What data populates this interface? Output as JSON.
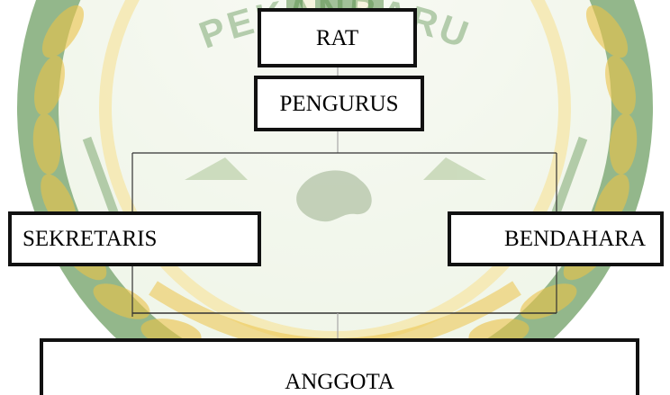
{
  "org_chart": {
    "top": "RAT",
    "board": "PENGURUS",
    "secretary": "SEKRETARIS",
    "treasurer": "BENDAHARA",
    "members": "ANGGOTA"
  },
  "watermark": {
    "text": "PEKANBARU",
    "colors": {
      "green": "#2f6f25",
      "gold": "#e7c24a",
      "light": "#e8f0dc"
    }
  },
  "colors": {
    "box_border": "#111111",
    "connector": "#333333",
    "connector_light": "#a8a8a8"
  }
}
